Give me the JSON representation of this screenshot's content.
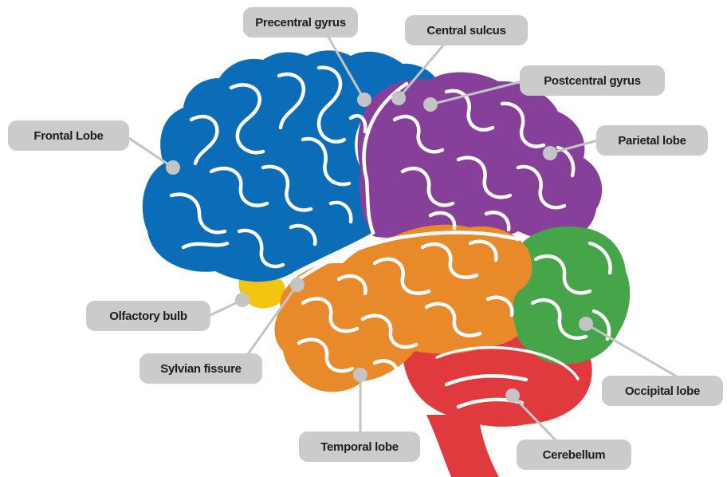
{
  "labels": {
    "precentral_gyrus": "Precentral gyrus",
    "central_sulcus": "Central sulcus",
    "postcentral_gyrus": "Postcentral gyrus",
    "frontal_lobe": "Frontal Lobe",
    "parietal_lobe": "Parietal lobe",
    "olfactory_bulb": "Olfactory bulb",
    "sylvian_fissure": "Sylvian fissure",
    "occipital_lobe": "Occipital lobe",
    "temporal_lobe": "Temporal lobe",
    "cerebellum": "Cerebellum"
  },
  "colors": {
    "frontal": "#0b6db8",
    "parietal": "#86409a",
    "temporal": "#e8892a",
    "occipital": "#46a549",
    "cerebellum": "#e0393e",
    "olfactory": "#f2c511",
    "label_bg": "#cbcbcb",
    "leader": "#c4c4c4",
    "text": "#1d1d1d",
    "sulcus": "#ffffff"
  }
}
